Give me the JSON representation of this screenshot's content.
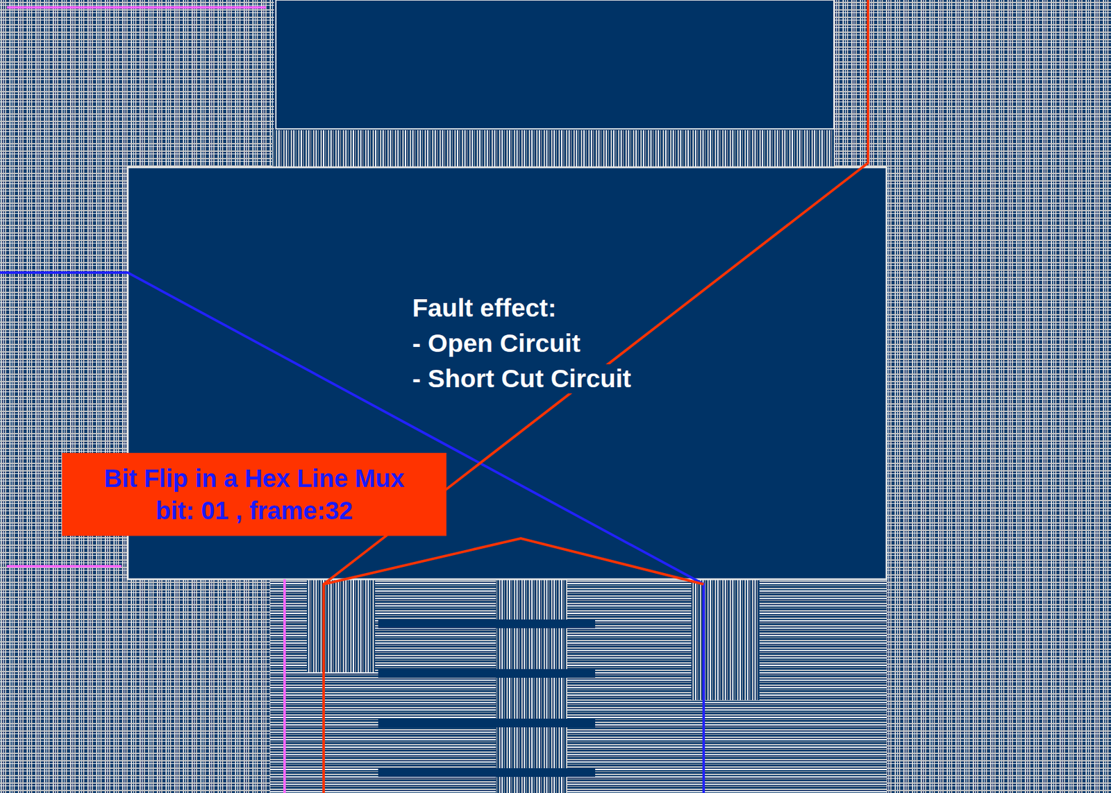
{
  "diagram": {
    "nodes": [
      {
        "text": [
          "Bit Flip in a Hex Line Mux bit: 01 , frame:32"
        ]
      }
    ],
    "labels": [
      "Fault effect:",
      "- Open Circuit",
      "- Short Cut Circuit"
    ]
  }
}
